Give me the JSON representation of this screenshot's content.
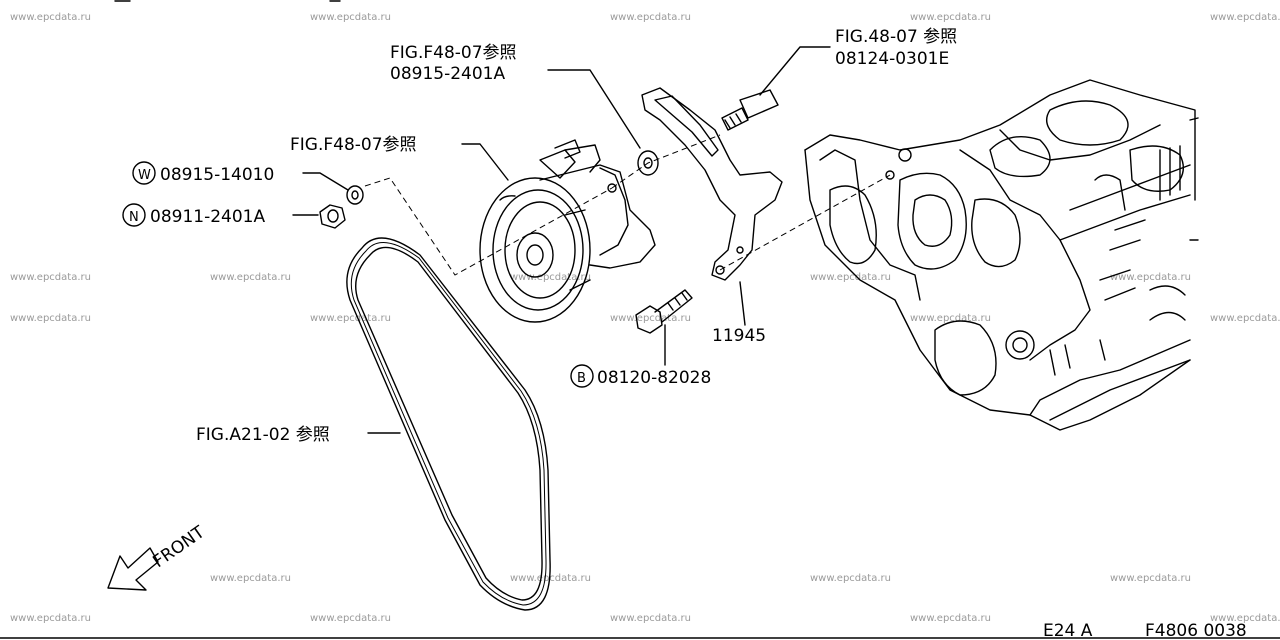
{
  "watermark": "www.epcdata.ru",
  "labels": {
    "ref_bracket": "FIG.F48-07参照",
    "part_washer": "08915-2401A",
    "ref_stud": "FIG.48-07 参照",
    "part_stud": "08124-0301E",
    "ref_pump": "FIG.F48-07参照",
    "part_washer_w": "08915-14010",
    "part_nut_n": "08911-2401A",
    "part_bracket": "11945",
    "part_bolt_b": "08120-82028",
    "ref_belt": "FIG.A21-02 参照",
    "front": "FRONT",
    "footer_model": "E24 A",
    "footer_code": "F4806 0038"
  },
  "symbols": {
    "washer": "W",
    "nut": "N",
    "bolt": "B"
  }
}
